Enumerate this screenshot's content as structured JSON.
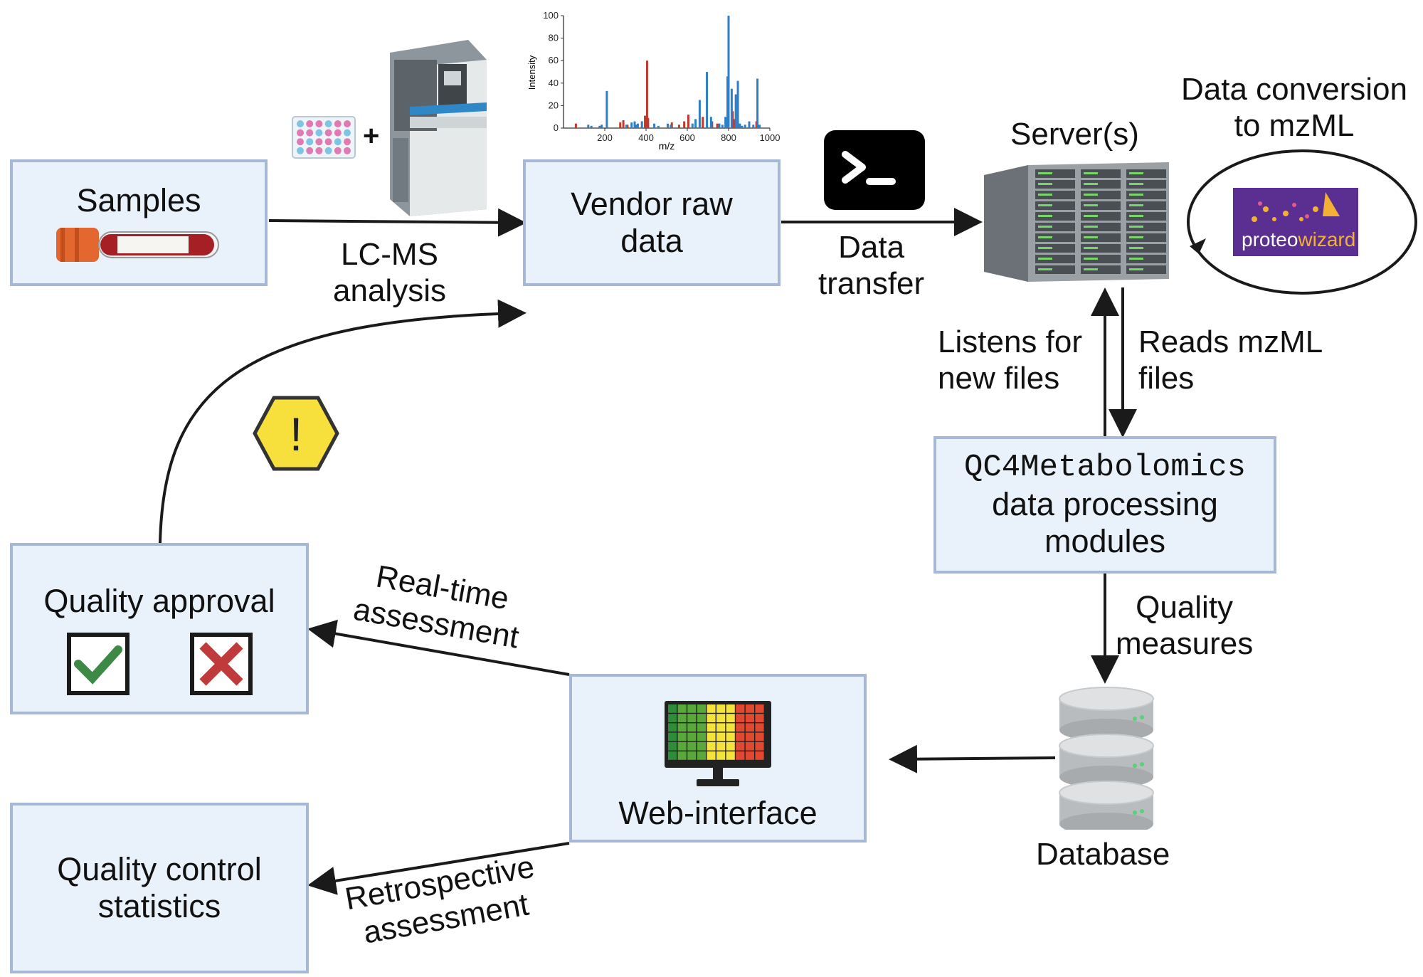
{
  "boxes": {
    "samples": "Samples",
    "vendor_raw_data": [
      "Vendor raw",
      "data"
    ],
    "qc4_processing": [
      "QC4Metabolomics",
      "data processing",
      "modules"
    ],
    "quality_approval": "Quality approval",
    "web_interface": "Web-interface",
    "qc_statistics": [
      "Quality control",
      "statistics"
    ]
  },
  "labels": {
    "lcms": [
      "LC-MS",
      "analysis"
    ],
    "data_transfer": [
      "Data",
      "transfer"
    ],
    "servers": "Server(s)",
    "data_conversion": [
      "Data conversion",
      "to mzML"
    ],
    "listens": [
      "Listens for",
      "new files"
    ],
    "reads": [
      "Reads mzML",
      "files"
    ],
    "quality_measures": [
      "Quality",
      "measures"
    ],
    "database": "Database",
    "realtime": [
      "Real-time",
      "assessment"
    ],
    "retrospective": [
      "Retrospective",
      "assessment"
    ],
    "plus": "+",
    "proteowizard_a": "proteo",
    "proteowizard_b": "wizard",
    "warning_symbol": "!"
  },
  "icons": [
    "blood-tube-icon",
    "well-plate-icon",
    "lc-ms-instrument-icon",
    "terminal-icon",
    "server-rack-icon",
    "proteowizard-logo",
    "warning-icon",
    "checkmark-icon",
    "cross-icon",
    "monitor-heatmap-icon",
    "database-icon"
  ],
  "colors": {
    "box_fill": "#e9f1fa",
    "box_border": "#a6b8d6",
    "arrow": "#1a1a1a",
    "bar_blue": "#2e7fc7",
    "bar_red": "#c0392b",
    "warning": "#f7e03c",
    "check_green": "#3c8a45",
    "cross_red": "#c0393b",
    "proteowizard_bg": "#5b2f91"
  },
  "chart_data": {
    "type": "bar",
    "title": "",
    "xlabel": "m/z",
    "ylabel": "Intensity",
    "xlim": [
      0,
      1000
    ],
    "ylim": [
      0,
      100
    ],
    "xticks": [
      200,
      400,
      600,
      800,
      1000
    ],
    "yticks": [
      0,
      20,
      40,
      60,
      80,
      100
    ],
    "series": [
      {
        "color": "#c0392b",
        "x": [
          60,
          275,
          290,
          310,
          395,
          405,
          410,
          525,
          560,
          585,
          605,
          675,
          720,
          745,
          790,
          820,
          830,
          935
        ],
        "values": [
          4,
          5,
          7,
          3,
          11,
          60,
          9,
          5,
          3,
          6,
          12,
          10,
          6,
          4,
          4,
          15,
          8,
          6
        ]
      },
      {
        "color": "#2e7fc7",
        "x": [
          120,
          135,
          175,
          185,
          210,
          305,
          330,
          345,
          355,
          360,
          380,
          440,
          460,
          505,
          520,
          625,
          640,
          660,
          695,
          715,
          755,
          770,
          785,
          795,
          800,
          815,
          835,
          845,
          855,
          865,
          880,
          900,
          920,
          940,
          950
        ],
        "values": [
          3,
          2,
          2,
          3,
          33,
          3,
          5,
          6,
          3,
          4,
          6,
          4,
          2,
          4,
          3,
          4,
          8,
          25,
          50,
          10,
          4,
          3,
          10,
          46,
          100,
          35,
          30,
          42,
          4,
          2,
          3,
          6,
          3,
          44,
          3
        ]
      }
    ]
  }
}
